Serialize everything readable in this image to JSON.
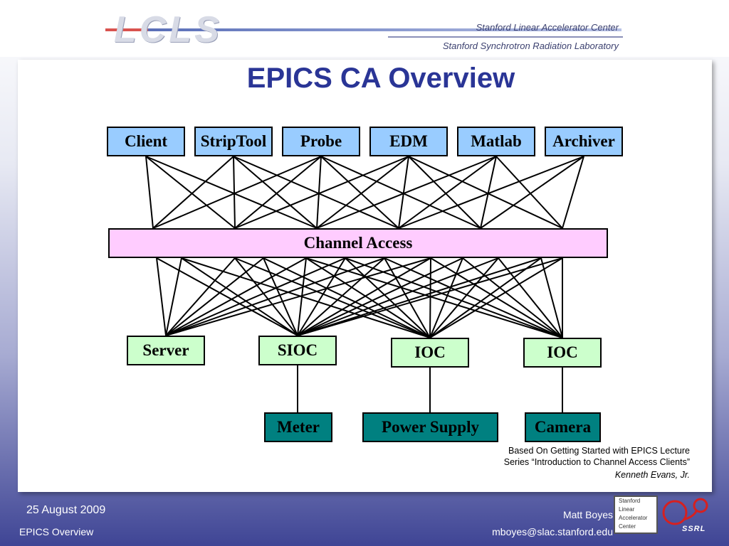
{
  "header": {
    "logo_text": "LCLS",
    "org_line1": "Stanford Linear Accelerator Center",
    "org_line2": "Stanford Synchrotron Radiation Laboratory"
  },
  "title": "EPICS CA Overview",
  "clients": [
    "Client",
    "StripTool",
    "Probe",
    "EDM",
    "Matlab",
    "Archiver"
  ],
  "channel_access": "Channel Access",
  "servers": [
    "Server",
    "SIOC",
    "IOC",
    "IOC"
  ],
  "devices": [
    "Meter",
    "Power Supply",
    "Camera"
  ],
  "colors": {
    "client_box": "#99ccff",
    "channel_access_box": "#ffccff",
    "server_box": "#ccffcc",
    "device_box": "#008080",
    "title": "#2a3596"
  },
  "citation": {
    "line1": "Based On Getting Started with EPICS Lecture",
    "line2": "Series “Introduction to Channel Access Clients”",
    "author": "Kenneth Evans, Jr."
  },
  "footer": {
    "date": "25 August 2009",
    "topic": "EPICS Overview",
    "name": "Matt Boyes",
    "email": "mboyes@slac.stanford.edu",
    "slac_logo_lines": [
      "Stanford",
      "Linear",
      "Accelerator",
      "Center"
    ],
    "ssrl_logo": "SSRL"
  }
}
